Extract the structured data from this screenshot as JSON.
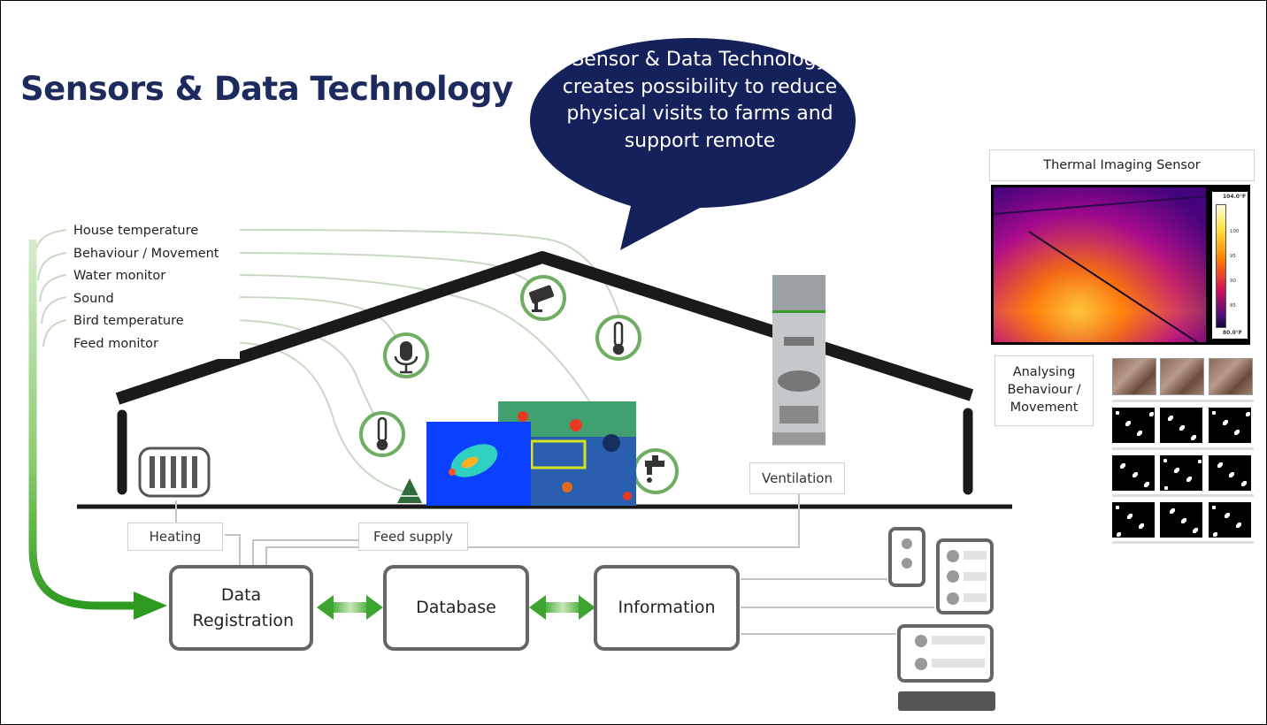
{
  "title": "Sensors & Data Technology",
  "bubble_text": "Sensor & Data Technology creates possibility to reduce physical visits to farms and support remote",
  "sensors": [
    "House temperature",
    "Behaviour / Movement",
    "Water monitor",
    "Sound",
    "Bird temperature",
    "Feed monitor"
  ],
  "labels": {
    "heating": "Heating",
    "feed_supply": "Feed supply",
    "ventilation": "Ventilation"
  },
  "process": {
    "data_registration": "Data Registration",
    "database": "Database",
    "information": "Information"
  },
  "thermal": {
    "label": "Thermal Imaging Sensor",
    "scale_max": "104.0°F",
    "scale_min": "80.0°F",
    "ticks": [
      "100",
      "95",
      "90",
      "85"
    ]
  },
  "analysis_label": "Analysing Behaviour / Movement",
  "colors": {
    "title": "#1d2a5e",
    "bubble": "#14215a",
    "roof": "#1a1a1a",
    "green_accent": "#3a9a2a"
  }
}
